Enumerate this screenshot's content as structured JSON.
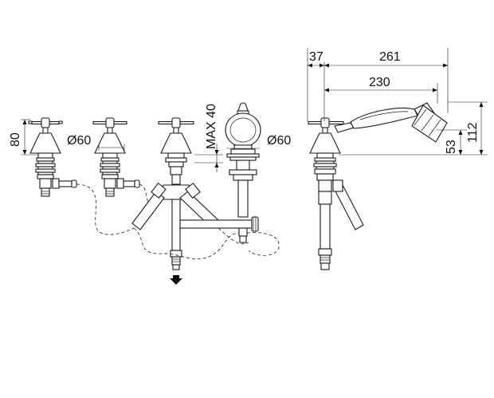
{
  "dimensions": {
    "height_80": "80",
    "diameter_60_left": "Ø60",
    "max_40": "MAX 40",
    "diameter_60_spout": "Ø60",
    "width_37": "37",
    "width_261": "261",
    "width_230": "230",
    "height_53": "53",
    "height_112": "112"
  }
}
